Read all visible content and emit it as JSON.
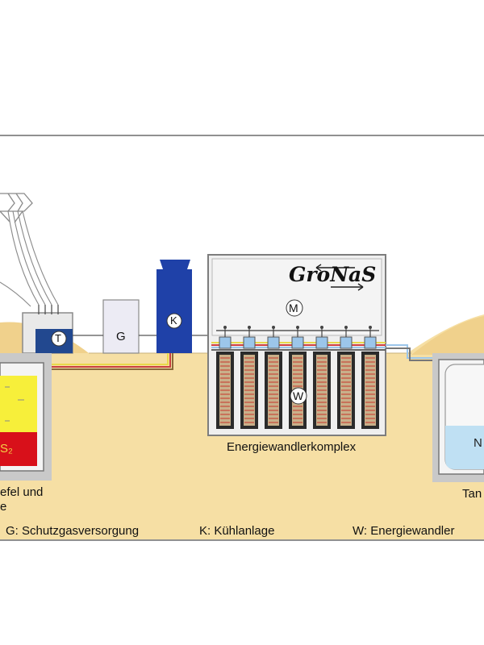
{
  "logo": "GroNaS",
  "markers": {
    "T": "T",
    "G": "G",
    "K": "K",
    "M": "M",
    "W": "W"
  },
  "left_tank": {
    "chemical_label": "S₂",
    "caption_line1": "efel und",
    "caption_line2": "e"
  },
  "right_tank": {
    "chemical_label": "N",
    "caption": "Tan"
  },
  "complex_caption": "Energiewandlerkomplex",
  "legend": [
    "G: Schutzgasversorgung",
    "K: Kühlanlage",
    "W: Energiewandler"
  ],
  "colors": {
    "ground": "#f6dfa4",
    "sulfur": "#f7ef3a",
    "sodium_sulfide": "#d8101a",
    "sodium": "#bfe0f3",
    "cooling_unit": "#1f41a8",
    "transformer": "#22488f"
  }
}
